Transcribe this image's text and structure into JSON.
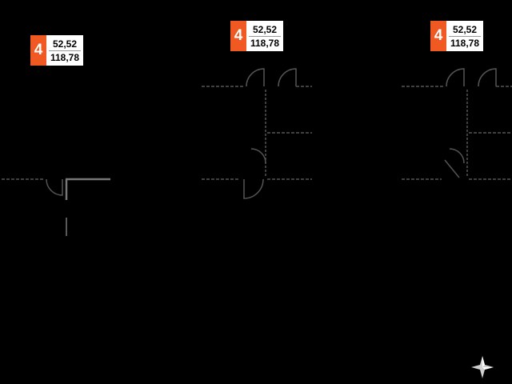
{
  "colors": {
    "background": "#000000",
    "accent": "#f05a22",
    "wall": "#555555",
    "label_bg": "#ffffff"
  },
  "units": [
    {
      "room": "4",
      "area": "52,52",
      "total_area": "118,78"
    },
    {
      "room": "4",
      "area": "52,52",
      "total_area": "118,78"
    },
    {
      "room": "4",
      "area": "52,52",
      "total_area": "118,78"
    }
  ],
  "compass": {
    "icon": "compass-star-icon"
  }
}
